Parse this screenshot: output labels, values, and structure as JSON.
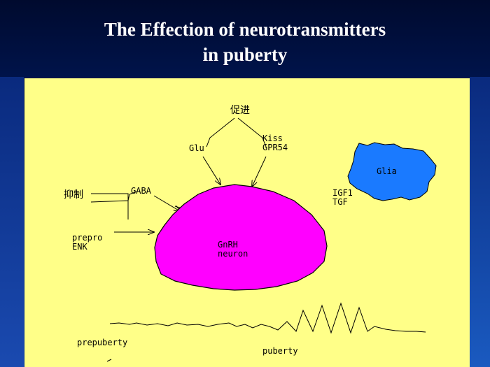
{
  "slide": {
    "title_line1": "The Effection of neurotransmitters",
    "title_line2": "in puberty"
  },
  "diagram": {
    "promote_label": "促进",
    "inhibit_label": "抑制",
    "glu_label": "Glu",
    "kiss_line1": "Kiss",
    "kiss_line2": "GPR54",
    "gaba_label": "GABA",
    "prepro_line1": "prepro",
    "prepro_line2": "ENK",
    "gnrh_line1": "GnRH",
    "gnrh_line2": "neuron",
    "glia_label": "Glia",
    "igf_line1": "IGF1",
    "igf_line2": "TGF",
    "prepuberty_label": "prepuberty",
    "puberty_label": "puberty",
    "colors": {
      "background": "#ffff88",
      "gnrh_neuron": "#ff00ff",
      "glia_cell": "#1a7aff",
      "slide_background": "#001a5e"
    }
  }
}
